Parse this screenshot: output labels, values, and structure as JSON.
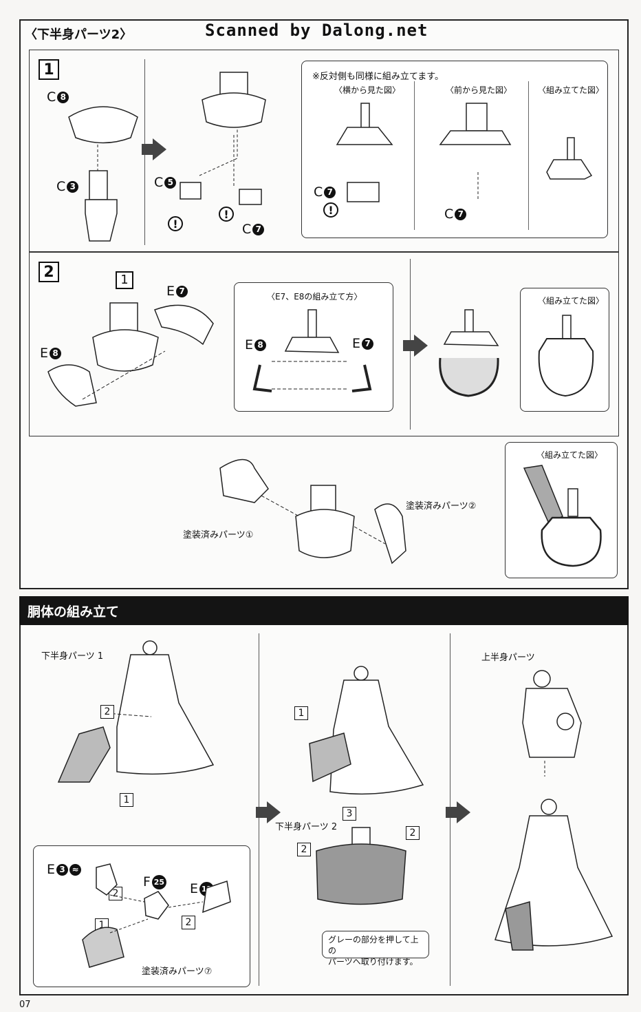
{
  "header": {
    "section_title": "〈下半身パーツ2〉",
    "watermark": "Scanned by Dalong.net"
  },
  "step1": {
    "num": "1",
    "parts": {
      "c8": {
        "letter": "C",
        "num": "8"
      },
      "c3": {
        "letter": "C",
        "num": "3"
      },
      "c5": {
        "letter": "C",
        "num": "5"
      },
      "c7": {
        "letter": "C",
        "num": "7"
      }
    },
    "warning_symbol": "!",
    "detail": {
      "note": "※反対側も同様に組み立てます。",
      "view_side": "〈横から見た図〉",
      "view_front": "〈前から見た図〉",
      "view_assembled": "〈組み立てた図〉"
    }
  },
  "step2": {
    "num": "2",
    "ref_step": "1",
    "parts": {
      "e7": {
        "letter": "E",
        "num": "7"
      },
      "e8": {
        "letter": "E",
        "num": "8"
      }
    },
    "detail_title": "〈E7、E8の組み立て方〉",
    "view_assembled": "〈組み立てた図〉",
    "painted_part_1": "塗装済みパーツ①",
    "painted_part_2": "塗装済みパーツ②",
    "view_assembled_2": "〈組み立てた図〉"
  },
  "torso": {
    "band_title": "胴体の組み立て",
    "lower_body_1": "下半身パーツ 1",
    "lower_body_2": "下半身パーツ 2",
    "upper_body": "上半身パーツ",
    "step_labels": {
      "one": "1",
      "two": "2",
      "three": "3"
    },
    "parts": {
      "e3": {
        "letter": "E",
        "num": "3"
      },
      "f25": {
        "letter": "F",
        "num": "25"
      },
      "e12": {
        "letter": "E",
        "num": "12"
      }
    },
    "painted_part_7": "塗装済みパーツ⑦",
    "grey_note_line1": "グレーの部分を押して上の",
    "grey_note_line2": "パーツへ取り付けます。"
  },
  "footer": {
    "page_number": "07"
  },
  "colors": {
    "band": "#141414",
    "ink": "#111111",
    "paper": "#f7f6f4"
  }
}
